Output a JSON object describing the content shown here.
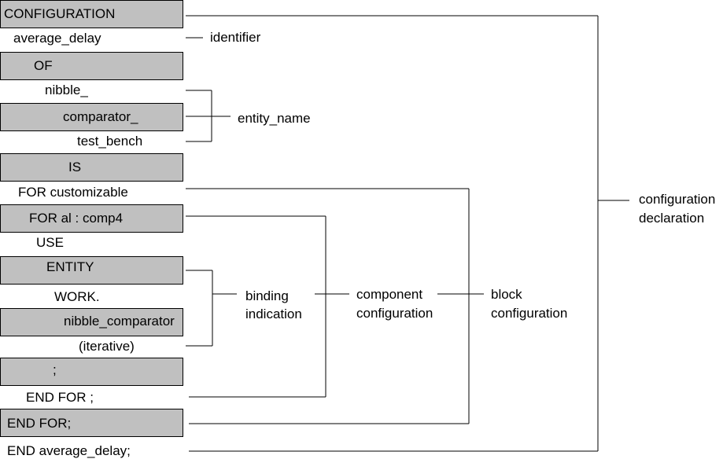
{
  "keywords": {
    "configuration": "CONFIGURATION",
    "of": "OF",
    "is": "IS",
    "for_all": "FOR al : comp4",
    "entity": "ENTITY",
    "semicolon": ";",
    "end_for_box": "END FOR;"
  },
  "text_lines": {
    "identifier_value": "average_delay",
    "entity_part1": "nibble_",
    "entity_part2": "comparator_",
    "entity_part3": "test_bench",
    "for_customizable": "FOR customizable",
    "use": "USE",
    "work": "WORK.",
    "nibble_comparator": "nibble_comparator",
    "iterative": "(iterative)",
    "end_for_inner": "END FOR ;",
    "end_average_delay": "END average_delay;"
  },
  "annotations": {
    "identifier": "identifier",
    "entity_name": "entity_name",
    "binding_1": "binding",
    "binding_2": "indication",
    "component_1": "component",
    "component_2": "configuration",
    "block_1": "block",
    "block_2": "configuration",
    "config_decl_1": "configuration",
    "config_decl_2": "declaration"
  }
}
